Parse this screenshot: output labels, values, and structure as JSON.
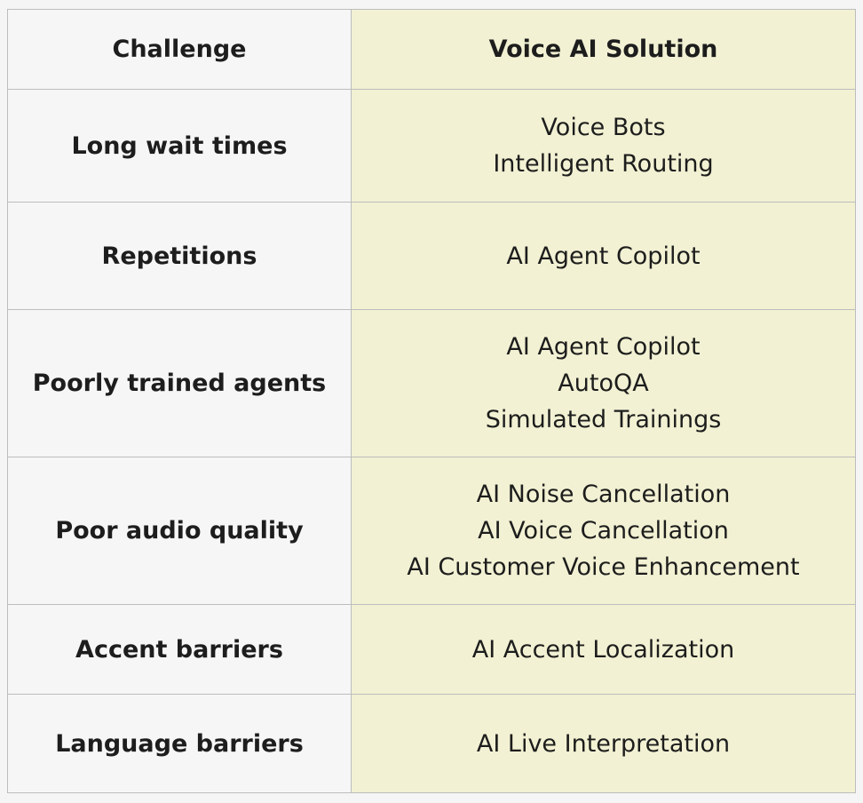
{
  "table": {
    "headers": {
      "challenge": "Challenge",
      "solution": "Voice AI Solution"
    },
    "rows": [
      {
        "challenge": "Long wait times",
        "solutions": [
          "Voice Bots",
          "Intelligent Routing"
        ]
      },
      {
        "challenge": "Repetitions",
        "solutions": [
          "AI Agent Copilot"
        ]
      },
      {
        "challenge": "Poorly trained agents",
        "solutions": [
          "AI Agent Copilot",
          "AutoQA",
          "Simulated Trainings"
        ]
      },
      {
        "challenge": "Poor audio quality",
        "solutions": [
          "AI Noise Cancellation",
          "AI Voice Cancellation",
          "AI Customer Voice Enhancement"
        ]
      },
      {
        "challenge": "Accent barriers",
        "solutions": [
          "AI Accent Localization"
        ]
      },
      {
        "challenge": "Language barriers",
        "solutions": [
          "AI Live Interpretation"
        ]
      }
    ]
  },
  "colors": {
    "challenge_bg": "#f6f6f6",
    "solution_bg": "#f2f1d3",
    "border": "#bdbdbd",
    "text": "#1d1d1d"
  }
}
